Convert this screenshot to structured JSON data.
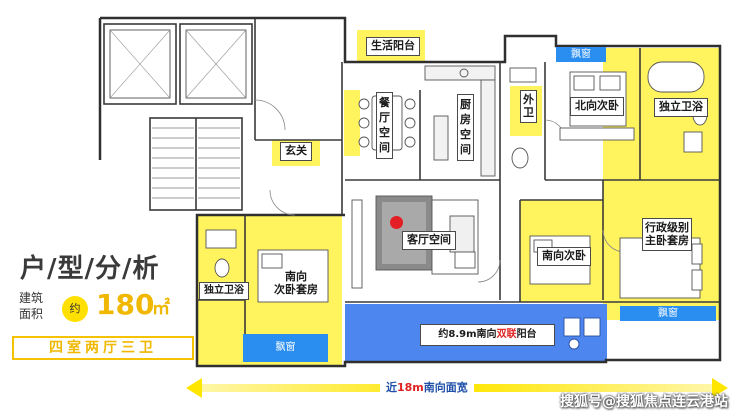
{
  "rooms": {
    "living_balcony": "生活阳台",
    "dining": [
      "餐",
      "厅",
      "空",
      "间"
    ],
    "kitchen": [
      "厨",
      "房",
      "空",
      "间"
    ],
    "guest_bath": [
      "外",
      "卫"
    ],
    "north_bedroom": "北向次卧",
    "master_bath_top": "独立卫浴",
    "foyer": "玄关",
    "living_room": "客厅空间",
    "south_bedroom": "南向次卧",
    "master_suite": [
      "行政级别",
      "主卧套房"
    ],
    "left_bath": "独立卫浴",
    "south_suite": [
      "南向",
      "次卧套房"
    ]
  },
  "bay_windows": {
    "top_right": "飘窗",
    "bottom_left": "飘窗",
    "bottom_right": "飘窗"
  },
  "balcony": {
    "prefix": "约8.9m南向",
    "highlight": "双联",
    "suffix": "阳台"
  },
  "frontage": {
    "prefix": "近",
    "highlight": "18m",
    "suffix": "南向面宽"
  },
  "info": {
    "title": "户/型/分/析",
    "area_label_line1": "建筑",
    "area_label_line2": "面积",
    "area_about": "约",
    "area_value": "180",
    "area_unit": "㎡",
    "layout": "四室两厅三卫"
  },
  "watermark": "搜狐号@搜狐焦点连云港站",
  "colors": {
    "highlight_yellow": "#fff35e",
    "bay_blue": "#2a8ef0",
    "balcony_blue": "#4e86f0",
    "accent_gold": "#f0b800",
    "accent_red": "#e02020"
  }
}
